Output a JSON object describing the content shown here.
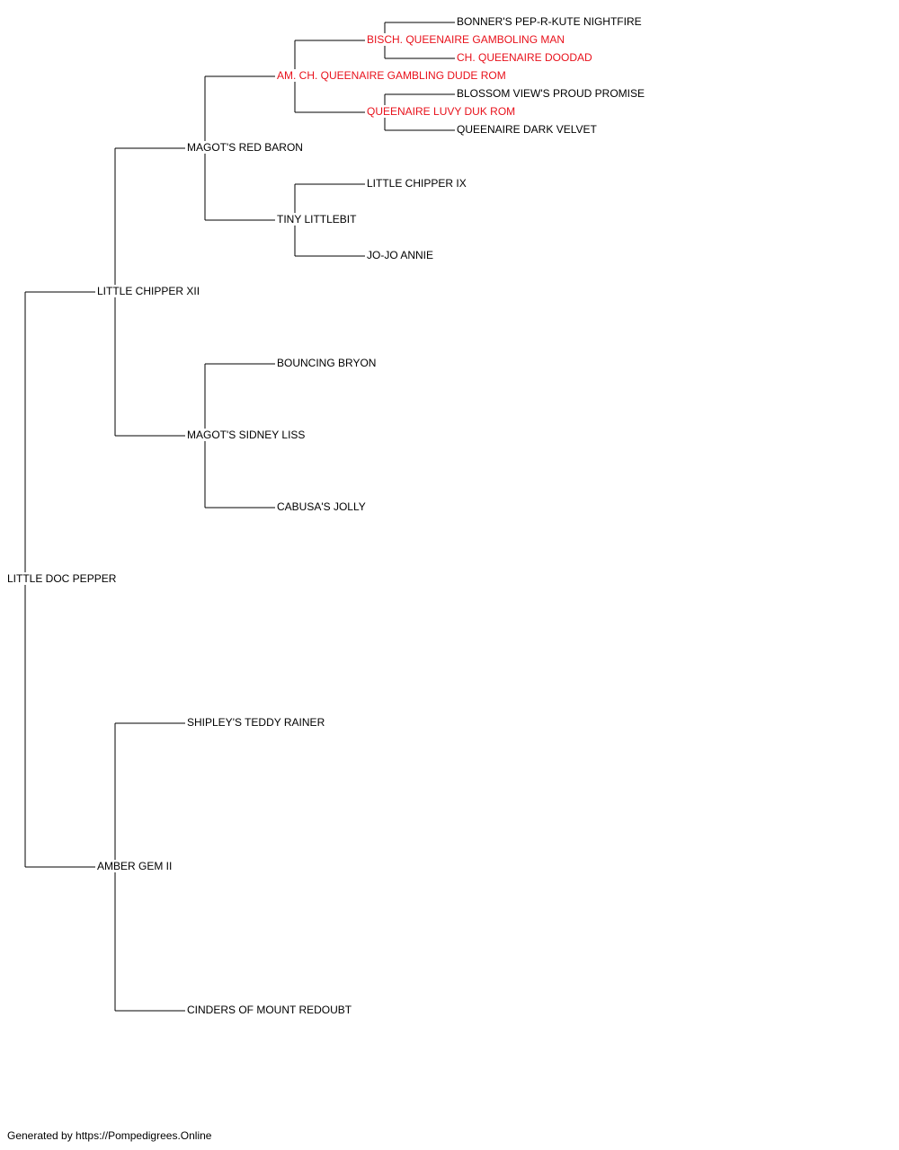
{
  "colors": {
    "normal": "#000000",
    "highlight": "#e8111b",
    "connector": "#000000"
  },
  "pedigree": [
    {
      "id": "n0",
      "name": "LITTLE DOC PEPPER",
      "gen": 0,
      "parent": null,
      "highlight": false
    },
    {
      "id": "n1",
      "name": "LITTLE CHIPPER XII",
      "gen": 1,
      "parent": "n0",
      "highlight": false
    },
    {
      "id": "n2",
      "name": "MAGOT'S RED BARON",
      "gen": 2,
      "parent": "n1",
      "highlight": false
    },
    {
      "id": "n3",
      "name": "AM. CH. QUEENAIRE GAMBLING DUDE ROM",
      "gen": 3,
      "parent": "n2",
      "highlight": true
    },
    {
      "id": "n4",
      "name": "BONNER'S PEP-R-KUTE NIGHTFIRE",
      "gen": 5,
      "parent": "n5",
      "highlight": false
    },
    {
      "id": "n5",
      "name": "BISCH. QUEENAIRE GAMBOLING MAN",
      "gen": 4,
      "parent": "n3",
      "highlight": true
    },
    {
      "id": "n6",
      "name": "CH. QUEENAIRE DOODAD",
      "gen": 5,
      "parent": "n5",
      "highlight": true
    },
    {
      "id": "n7",
      "name": "BLOSSOM VIEW'S PROUD PROMISE",
      "gen": 5,
      "parent": "n8",
      "highlight": false
    },
    {
      "id": "n8",
      "name": "QUEENAIRE LUVY DUK ROM",
      "gen": 4,
      "parent": "n3",
      "highlight": true
    },
    {
      "id": "n9",
      "name": "QUEENAIRE DARK VELVET",
      "gen": 5,
      "parent": "n8",
      "highlight": false
    },
    {
      "id": "n10",
      "name": "LITTLE CHIPPER IX",
      "gen": 4,
      "parent": "n11",
      "highlight": false
    },
    {
      "id": "n11",
      "name": "TINY LITTLEBIT",
      "gen": 3,
      "parent": "n2",
      "highlight": false
    },
    {
      "id": "n12",
      "name": "JO-JO ANNIE",
      "gen": 4,
      "parent": "n11",
      "highlight": false
    },
    {
      "id": "n13",
      "name": "BOUNCING BRYON",
      "gen": 3,
      "parent": "n14",
      "highlight": false
    },
    {
      "id": "n14",
      "name": "MAGOT'S SIDNEY LISS",
      "gen": 2,
      "parent": "n1",
      "highlight": false
    },
    {
      "id": "n15",
      "name": "CABUSA'S JOLLY",
      "gen": 3,
      "parent": "n14",
      "highlight": false
    },
    {
      "id": "n16",
      "name": "SHIPLEY'S TEDDY RAINER",
      "gen": 2,
      "parent": "n17",
      "highlight": false
    },
    {
      "id": "n17",
      "name": "AMBER GEM II",
      "gen": 1,
      "parent": "n0",
      "highlight": false
    },
    {
      "id": "n18",
      "name": "CINDERS OF MOUNT REDOUBT",
      "gen": 2,
      "parent": "n17",
      "highlight": false
    }
  ],
  "footer": {
    "text": "Generated by https://Pompedigrees.Online"
  }
}
